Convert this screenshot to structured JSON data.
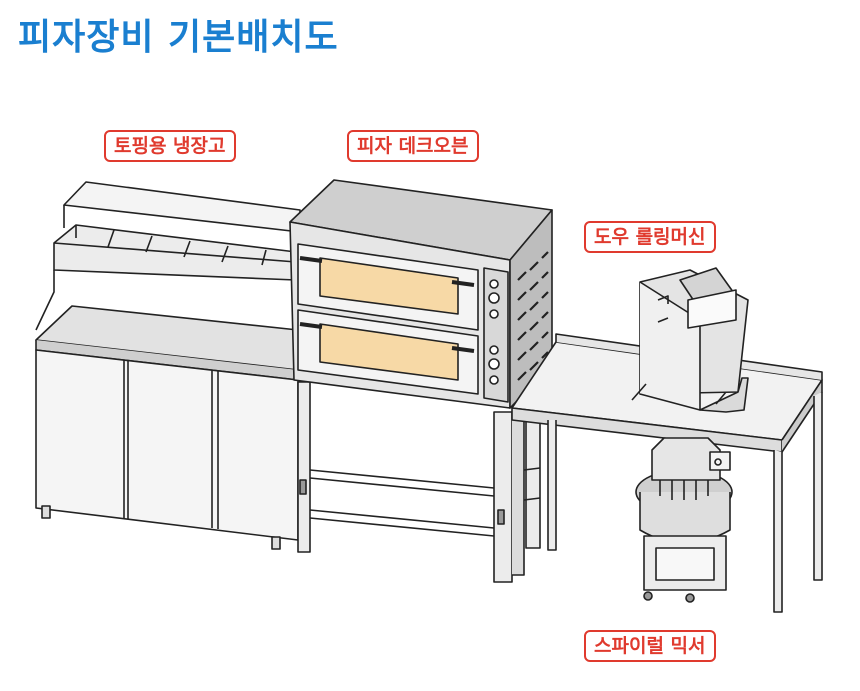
{
  "title": "피자장비 기본배치도",
  "colors": {
    "title": "#1a7fd0",
    "label": "#e03a2e",
    "line": "#222222",
    "steel": "#d9d9d9",
    "steel_dark": "#b5b5b5",
    "oven_glow": "#f7d9a6"
  },
  "labels": {
    "topping_fridge": "토핑용 냉장고",
    "deck_oven": "피자 데크오븐",
    "dough_roller": "도우 롤링머신",
    "spiral_mixer": "스파이럴 믹서"
  }
}
